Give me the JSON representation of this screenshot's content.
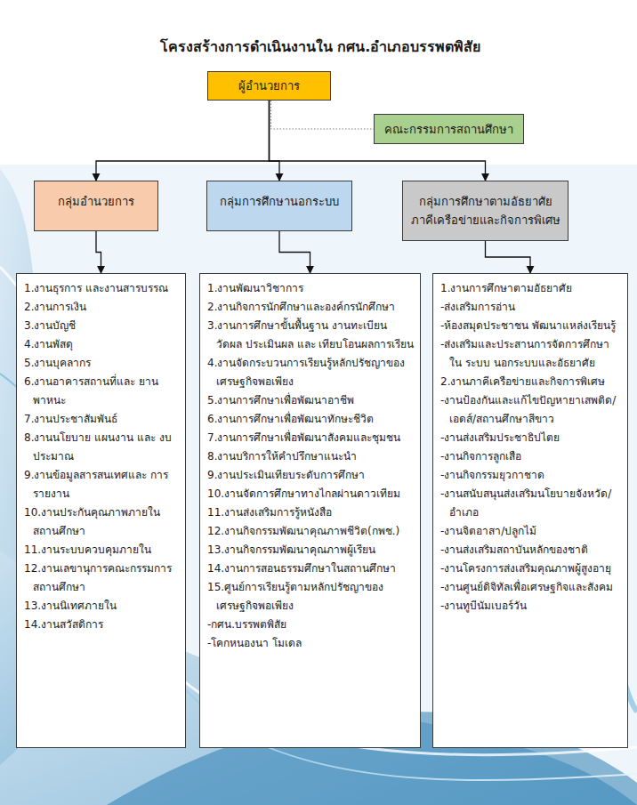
{
  "diagram": {
    "title": "โครงสร้างการดำเนินงานใน กศน.อำเภอบรรพตพิสัย",
    "nodes": [
      {
        "text": [
          "ผู้อำนวยการ"
        ]
      },
      {
        "text": [
          "คณะกรรมการสถานศึกษา"
        ]
      },
      {
        "text": [
          "กลุ่มอำนวยการ"
        ]
      },
      {
        "text": [
          "กลุ่มการศึกษานอกระบบ"
        ]
      },
      {
        "text": [
          "กลุ่มการศึกษาตามอัธยาศัย ภาคีเครือข่ายและกิจการพิเศษ"
        ]
      },
      {
        "text": [
          "1.งานธุรการ และงานสารบรรณ",
          "2.งานการเงิน",
          "3.งานบัญชี",
          "4.งานพัสดุ",
          "5.งานบุคลากร",
          "6.งานอาคารสถานที่และ ยานพาหนะ",
          "7.งานประชาสัมพันธ์",
          "8.งานนโยบาย แผนงาน และ งบประมาณ",
          "9.งานข้อมูลสารสนเทศและ การรายงาน",
          "10.งานประกันคุณภาพภายใน สถานศึกษา",
          "11.งานระบบควบคุมภายใน",
          "12.งานเลขานุการคณะกรรมการ สถานศึกษา",
          "13.งานนิเทศภายใน",
          "14.งานสวัสดิการ"
        ]
      },
      {
        "text": [
          "1.งานพัฒนาวิชาการ",
          "2.งานกิจการนักศึกษาและองค์กรนักศึกษา",
          "3.งานการศึกษาขั้นพื้นฐาน งานทะเบียน วัดผล ประเมินผล และ เทียบโอนผลการเรียน",
          "4.งานจัดกระบวนการเรียนรู้หลักปรัชญาของ เศรษฐกิจพอเพียง",
          "5.งานการศึกษาเพื่อพัฒนาอาชีพ",
          "6.งานการศึกษาเพื่อพัฒนาทักษะชีวิต",
          "7.งานการศึกษาเพื่อพัฒนาสังคมและชุมชน",
          "8.งานบริการให้คำปรึกษาแนะนำ",
          "9.งานประเมินเทียบระดับการศึกษา",
          "10.งานจัดการศึกษาทางไกลผ่านดาวเทียม",
          "11.งานส่งเสริมการรู้หนังสือ",
          "12.งานกิจกรรมพัฒนาคุณภาพชีวิต(กพช.)",
          "13.งานกิจกรรมพัฒนาคุณภาพผู้เรียน",
          "14.งานการสอนธรรมศึกษาในสถานศึกษา",
          "15.ศูนย์การเรียนรู้ตามหลักปรัชญาของ เศรษฐกิจพอเพียง",
          "-กศน.บรรพตพิสัย",
          "-โคกหนองนา โมเดล"
        ]
      },
      {
        "text": [
          "1.งานการศึกษาตามอัธยาศัย",
          "-ส่งเสริมการอ่าน",
          "-ห้องสมุดประชาชน พัฒนาแหล่งเรียนรู้",
          "-ส่งเสริมและประสานการจัดการศึกษาใน ระบบ นอกระบบและอัธยาศัย",
          "2.งานภาคีเครือข่ายและกิจการพิเศษ",
          "-งานป้องกันและแก้ไขปัญหายาเสพติด/ เอดส์/สถานศึกษาสีขาว",
          "-งานส่งเสริมประชาธิปไตย",
          "-งานกิจการลูกเสือ",
          "-งานกิจกรรมยุวกาชาด",
          "-งานสนับสนุนส่งเสริมนโยบายจังหวัด/ อำเภอ",
          "-งานจิตอาสา/ปลูกไม้",
          "-งานส่งเสริมสถาบันหลักของชาติ",
          "-งานโครงการส่งเสริมคุณภาพผู้สูงอายุ",
          "-งานศูนย์ดิจิทัลเพื่อเศรษฐกิจและสังคม",
          "-งานทูบีนัมเบอร์วัน"
        ]
      }
    ],
    "edges": [
      {
        "from": 0,
        "to": 1,
        "arrow": "none"
      },
      {
        "from": 0,
        "to": 2,
        "arrow": "to"
      },
      {
        "from": 0,
        "to": 3,
        "arrow": "to"
      },
      {
        "from": 0,
        "to": 4,
        "arrow": "to"
      },
      {
        "from": 2,
        "to": 5,
        "arrow": "to"
      },
      {
        "from": 3,
        "to": 6,
        "arrow": "to"
      },
      {
        "from": 4,
        "to": 7,
        "arrow": "to"
      }
    ]
  }
}
